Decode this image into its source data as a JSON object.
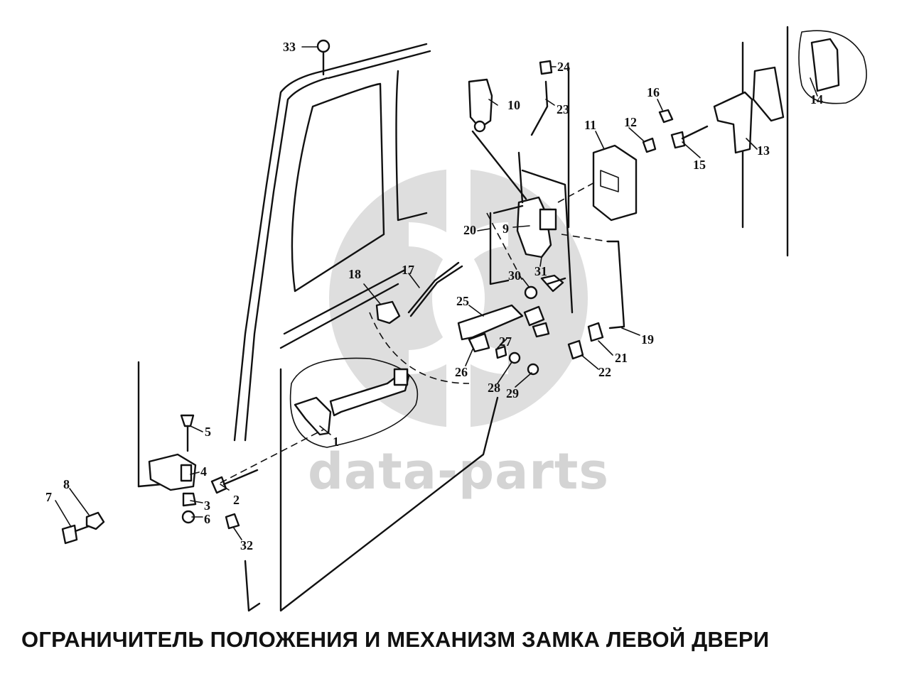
{
  "title": "ОГРАНИЧИТЕЛЬ ПОЛОЖЕНИЯ И МЕХАНИЗМ ЗАМКА ЛЕВОЙ ДВЕРИ",
  "watermark": "data-parts",
  "callouts": [
    "1",
    "2",
    "3",
    "4",
    "5",
    "6",
    "7",
    "8",
    "9",
    "10",
    "11",
    "12",
    "13",
    "14",
    "15",
    "16",
    "17",
    "18",
    "19",
    "20",
    "21",
    "22",
    "23",
    "24",
    "25",
    "26",
    "27",
    "28",
    "29",
    "30",
    "31",
    "32",
    "33"
  ],
  "colors": {
    "ink": "#111111",
    "watermark": "#d4d4d4",
    "background": "#ffffff"
  }
}
